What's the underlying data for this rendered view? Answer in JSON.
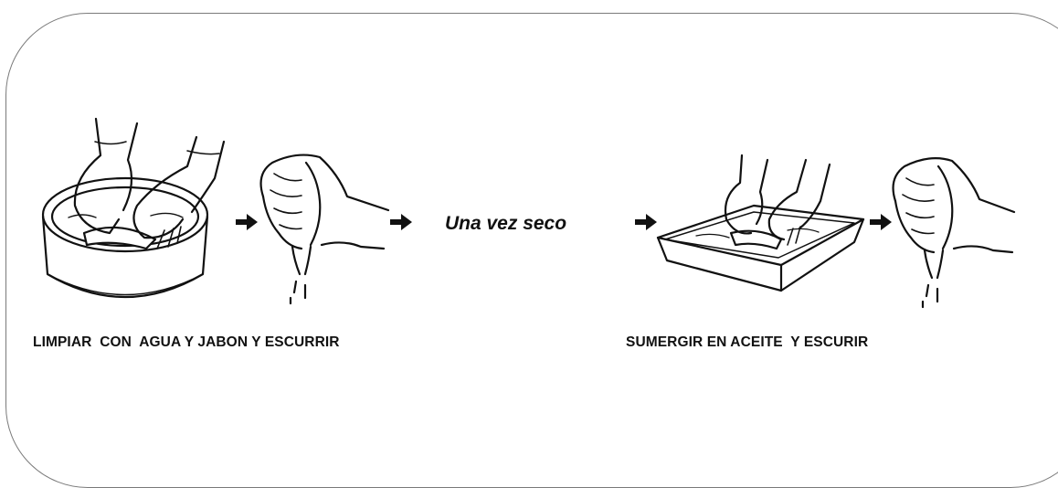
{
  "steps": {
    "wash_label": "LIMPIAR  CON  AGUA Y JABON Y ESCURRIR",
    "oil_label": "SUMERGIR EN ACEITE  Y ESCURIR",
    "middle_text": "Una vez seco"
  },
  "icons": [
    "hands-washing-in-bowl-icon",
    "hand-wringing-icon",
    "hands-in-oil-tray-icon",
    "arrow-right-icon"
  ],
  "colors": {
    "ink": "#111111",
    "frame": "#7a7a7a",
    "background": "#ffffff"
  }
}
